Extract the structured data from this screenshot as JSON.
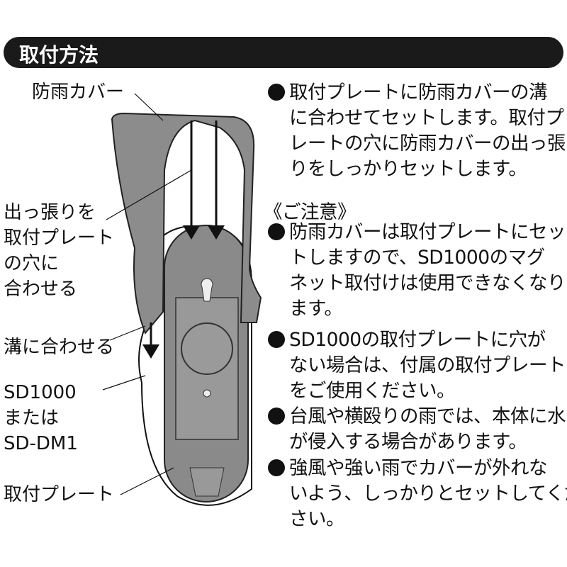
{
  "header": {
    "title": "取付方法"
  },
  "labels": {
    "cover": "防雨カバー",
    "protrusion": [
      "出っ張りを",
      "取付プレート",
      "の穴に",
      "合わせる"
    ],
    "groove": "溝に合わせる",
    "device": [
      "SD1000",
      "または",
      "SD-DM1"
    ],
    "plate": "取付プレート"
  },
  "instructions": {
    "main": [
      "取付プレートに防雨カバーの溝",
      "に合わせてセットします。取付プ",
      "レートの穴に防雨カバーの出っ張",
      "りをしっかりセットします。"
    ],
    "caution_title": "《ご注意》",
    "cautions": [
      [
        "防雨カバーは取付プレートにセッ",
        "トしますので、SD1000のマグ",
        "ネット取付けは使用できなくなり",
        "ます。"
      ],
      [
        "SD1000の取付プレートに穴が",
        "ない場合は、付属の取付プレート",
        "をご使用ください。"
      ],
      [
        "台風や横殴りの雨では、本体に水",
        "が侵入する場合があります。"
      ],
      [
        "強風や強い雨でカバーが外れな",
        "いよう、しっかりとセットしてくだ",
        "さい。"
      ]
    ]
  }
}
